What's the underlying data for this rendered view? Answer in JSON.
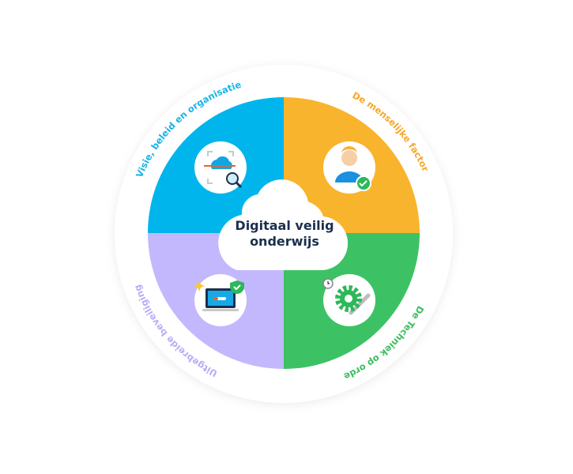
{
  "center": {
    "line1": "Digitaal veilig",
    "line2": "onderwijs"
  },
  "segments": [
    {
      "label": "Visie, beleid en organisatie",
      "color": "#00b5ec",
      "text_color": "#1ab4e8",
      "icon": "cloud-scan-icon"
    },
    {
      "label": "De menselijke factor",
      "color": "#f9b42d",
      "text_color": "#f6a828",
      "icon": "user-check-icon"
    },
    {
      "label": "De Techniek op orde",
      "color": "#3cc264",
      "text_color": "#3cbd5f",
      "icon": "gear-wrench-icon"
    },
    {
      "label": "Uitgebreide beveiliging",
      "color": "#c3b8fd",
      "text_color": "#b8acf6",
      "icon": "laptop-shield-icon"
    }
  ]
}
